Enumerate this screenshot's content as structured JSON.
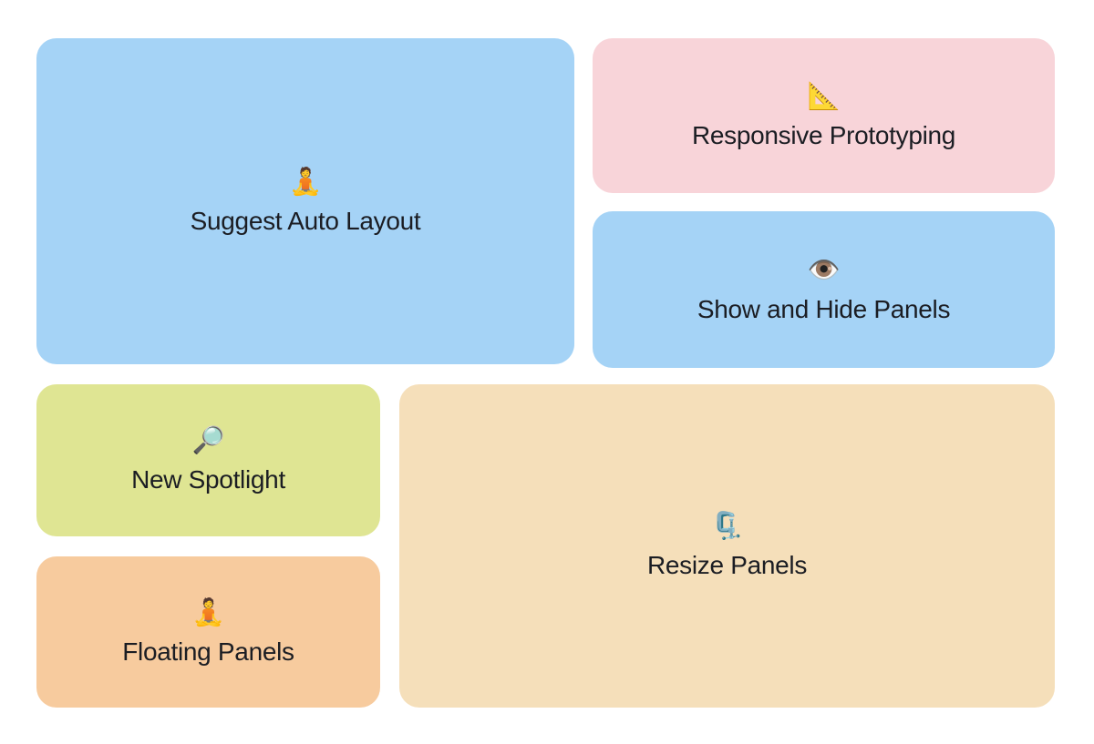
{
  "page": {
    "background": "#ffffff",
    "text_color": "#1b1d23"
  },
  "cards": [
    {
      "label": "Suggest Auto Layout",
      "icon": "🧘",
      "icon_name": "lotus-person-icon",
      "bg": "#a5d3f6"
    },
    {
      "label": "Responsive Prototyping",
      "icon": "📐",
      "icon_name": "triangular-ruler-icon",
      "bg": "#f8d4d9"
    },
    {
      "label": "Show and Hide Panels",
      "icon": "👁️",
      "icon_name": "eye-icon",
      "bg": "#a5d3f6"
    },
    {
      "label": "New Spotlight",
      "icon": "🔎",
      "icon_name": "magnifying-glass-icon",
      "bg": "#dfe593"
    },
    {
      "label": "Floating Panels",
      "icon": "🧘",
      "icon_name": "lotus-person-icon",
      "bg": "#f7cb9e"
    },
    {
      "label": "Resize Panels",
      "icon": "🗜️",
      "icon_name": "clamp-icon",
      "bg": "#f5dfba"
    }
  ]
}
